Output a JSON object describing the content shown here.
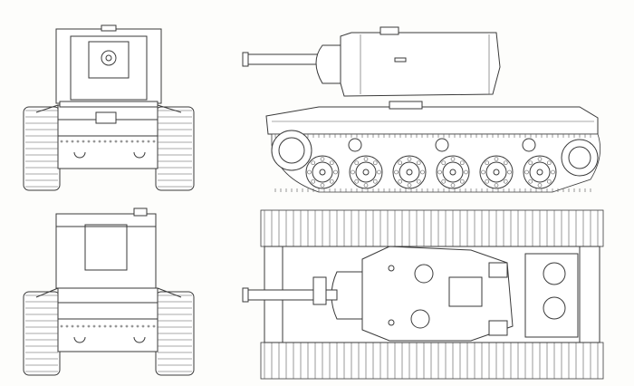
{
  "drawing": {
    "subject": "",
    "views": [
      {
        "id": "front",
        "label": ""
      },
      {
        "id": "rear",
        "label": ""
      },
      {
        "id": "side",
        "label": ""
      },
      {
        "id": "top",
        "label": ""
      }
    ],
    "line_color": "#3a3a3a",
    "paper_color": "#fdfdfb",
    "road_wheel_count": 6,
    "return_roller_count": 3
  }
}
